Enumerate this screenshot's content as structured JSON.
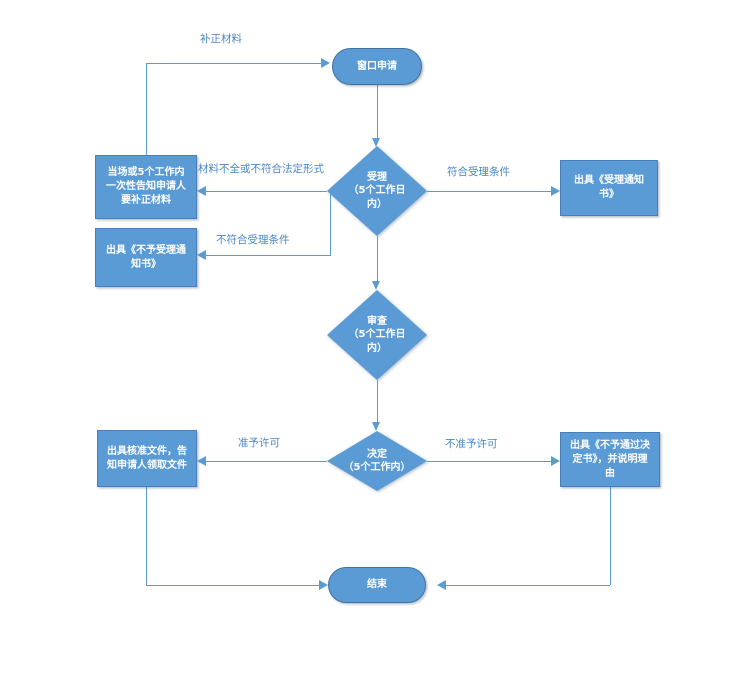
{
  "diagram": {
    "colors": {
      "node_fill": "#5b9bd5",
      "node_border": "#41719c",
      "connector": "#5b9bd5",
      "edge_label_text": "#4a86c8",
      "node_text": "#ffffff",
      "background": "#ffffff"
    },
    "nodes": {
      "start": {
        "label": "窗口申请"
      },
      "accept": {
        "label": "受理\n（5个工作日\n内）"
      },
      "notify_fix": {
        "label": "当场或5个工作内\n一次性告知申请人\n要补正材料"
      },
      "reject_notice": {
        "label": "出具《不予受理通\n知书》"
      },
      "accept_notice": {
        "label": "出具《受理通知\n书》"
      },
      "review": {
        "label": "审查\n（5个工作日\n内）"
      },
      "decide": {
        "label": "决定\n（5个工作内）"
      },
      "approve_doc": {
        "label": "出具核准文件，告\n知申请人领取文件"
      },
      "deny_doc": {
        "label": "出具《不予通过决\n定书》，并说明理\n由"
      },
      "end": {
        "label": "结束"
      }
    },
    "edge_labels": {
      "fix_materials": "补正材料",
      "incomplete_materials": "材料不全或不符合法定形式",
      "not_meet_conditions": "不符合受理条件",
      "meet_conditions": "符合受理条件",
      "approved": "准予许可",
      "not_approved": "不准予许可"
    }
  }
}
